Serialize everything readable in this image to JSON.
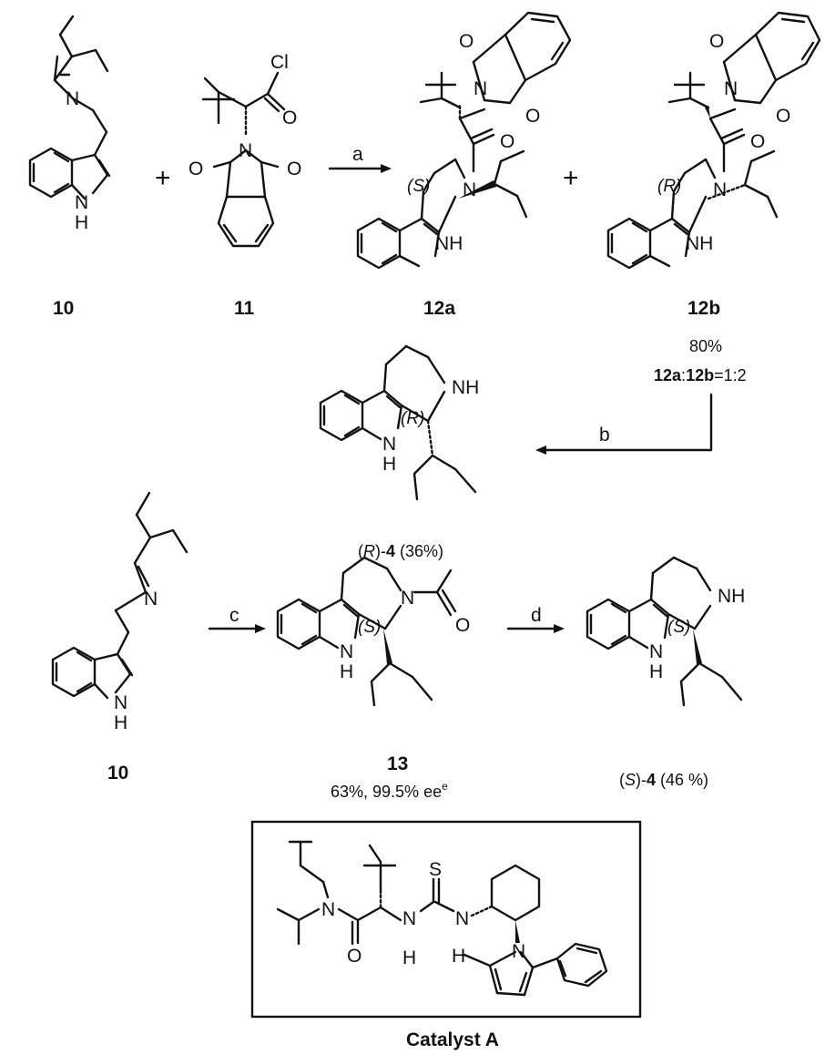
{
  "compounds": {
    "c10_top": "10",
    "c11": "11",
    "c12a": "12a",
    "c12b": "12b",
    "c10_bottom": "10",
    "c13": "13"
  },
  "conditions": {
    "a": "a",
    "b": "b",
    "c": "c",
    "d": "d"
  },
  "plus_signs": [
    "+",
    "+"
  ],
  "yield_step_a": "80%",
  "ratio": {
    "part1": "12a",
    "colon": ":",
    "part2": "12b",
    "value": "=1:2"
  },
  "product_R": {
    "open": "(",
    "stereo": "R",
    "close": ")-",
    "num": "4",
    "yield": " (36%)"
  },
  "product_S": {
    "open": "(",
    "stereo": "S",
    "close": ")-",
    "num": "4",
    "yield": " (46 %)"
  },
  "compound13_result": {
    "text": "63%, 99.5% ee",
    "footnote": "e"
  },
  "catalyst_label": "Catalyst A",
  "atoms": {
    "N": "N",
    "NH": "NH",
    "H": "H",
    "O": "O",
    "Cl": "Cl",
    "S": "S"
  },
  "stereo_tags": {
    "S": "(S)",
    "R": "(R)"
  }
}
